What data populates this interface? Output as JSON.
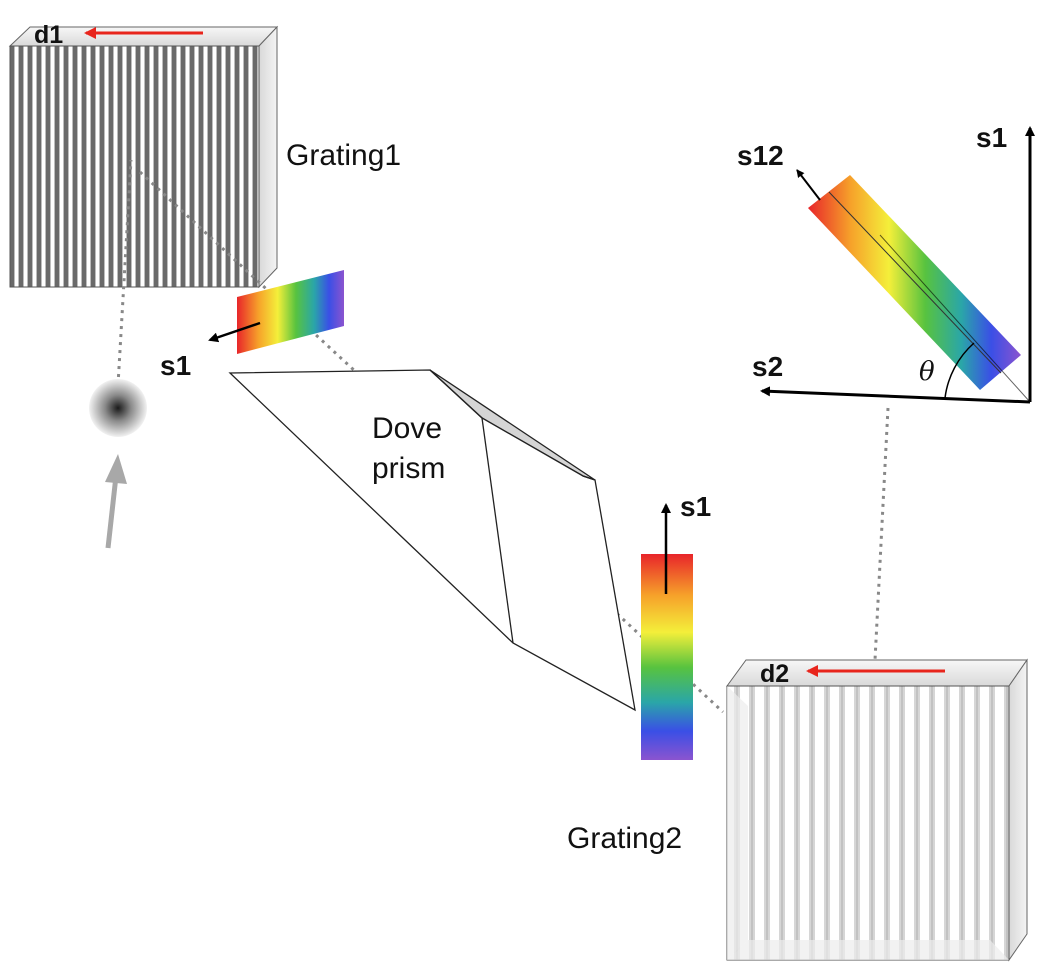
{
  "labels": {
    "grating1": "Grating1",
    "grating2": "Grating2",
    "dove_line1": "Dove",
    "dove_line2": "prism",
    "d1": "d1",
    "d2": "d2",
    "s1_left": "s1",
    "s1_mid": "s1",
    "s1_axis": "s1",
    "s2_axis": "s2",
    "s12_axis": "s12",
    "theta": "θ"
  },
  "colors": {
    "arrow_red": "#e8251c",
    "beam_gray": "#888888",
    "input_arrow_gray": "#a8a8a8",
    "spectrum": [
      "#e8252a",
      "#f6a12a",
      "#f4ef3a",
      "#58c33f",
      "#2aa6a8",
      "#3a4fe6",
      "#8b54cf"
    ]
  }
}
